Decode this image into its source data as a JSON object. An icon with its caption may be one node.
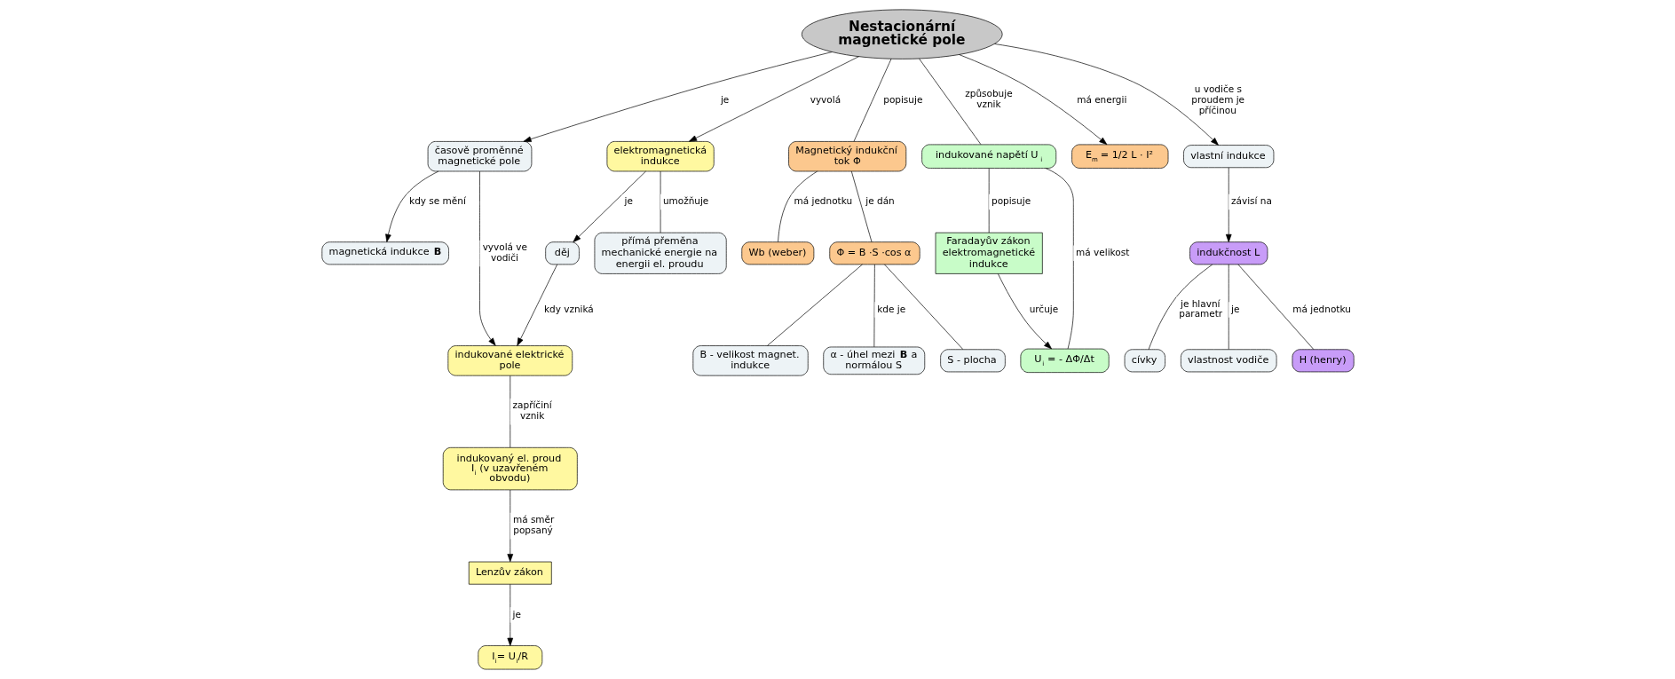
{
  "diagram": {
    "nodes": [
      {
        "text": [
          "Nestacionární magnetické pole"
        ]
      },
      {
        "text": [
          "časově proměnné magnetické pole"
        ]
      },
      {
        "text": [
          "magnetická indukce **B**"
        ]
      },
      {
        "text": [
          "elektromagnetická indukce"
        ]
      },
      {
        "text": [
          "indukované elektrické pole"
        ]
      },
      {
        "text": [
          "děj"
        ]
      },
      {
        "text": [
          "přímá přeměna mechanické energie na energii el. proudu"
        ]
      },
      {
        "text": [
          "indukovaný el. proud I$_{i}$ (v uzavřeném obvodu)"
        ]
      },
      {
        "text": [
          "Lenzův zákon"
        ]
      },
      {
        "text": [
          "I$_{i}$= U$_{i}$/R"
        ]
      },
      {
        "text": [
          "Magnetický indukční tok Φ"
        ]
      },
      {
        "text": [
          "Wb (weber)"
        ]
      },
      {
        "text": [
          "Φ = B ·S ·cos α"
        ]
      },
      {
        "text": [
          "B - velikost magnet. indukce"
        ]
      },
      {
        "text": [
          "α - úhel mezi **B** a normálou S"
        ]
      },
      {
        "text": [
          "S - plocha"
        ]
      },
      {
        "text": [
          "indukované napětí U$_{i}$"
        ]
      },
      {
        "text": [
          "Faradayův zákon elektromagnetické indukce"
        ]
      },
      {
        "text": [
          "U$_{i}$ = - ΔΦ/Δt"
        ]
      },
      {
        "text": [
          "E$_{m}$ = 1/2 L · I²"
        ]
      },
      {
        "text": [
          "vlastní indukce"
        ]
      },
      {
        "text": [
          "indukčnost L"
        ]
      },
      {
        "text": [
          "cívky"
        ]
      },
      {
        "text": [
          "vlastnost vodiče"
        ]
      },
      {
        "text": [
          "H (henry)"
        ]
      }
    ],
    "edges": [
      {
        "from": 0,
        "to": 1,
        "arrow": "to",
        "label": "je"
      },
      {
        "from": 1,
        "to": 2,
        "arrow": "to",
        "label": "kdy se mění"
      },
      {
        "from": 0,
        "to": 3,
        "arrow": "to",
        "label": "vyvolá"
      },
      {
        "from": 1,
        "to": 4,
        "arrow": "to",
        "label": "vyvolá ve vodiči"
      },
      {
        "from": 3,
        "to": 5,
        "arrow": "to",
        "label": "je"
      },
      {
        "from": 5,
        "to": 4,
        "arrow": "to",
        "label": "kdy vzniká"
      },
      {
        "from": 3,
        "to": 6,
        "arrow": "none",
        "label": "umožňuje"
      },
      {
        "from": 4,
        "to": 7,
        "arrow": "none",
        "label": "zapříčiní vznik"
      },
      {
        "from": 7,
        "to": 8,
        "arrow": "to",
        "label": "má směr popsaný"
      },
      {
        "from": 8,
        "to": 9,
        "arrow": "to",
        "label": "je"
      },
      {
        "from": 0,
        "to": 10,
        "arrow": "none",
        "label": "popisuje"
      },
      {
        "from": 10,
        "to": 11,
        "arrow": "none",
        "label": "má jednotku"
      },
      {
        "from": 10,
        "to": 12,
        "arrow": "none",
        "label": "je dán"
      },
      {
        "from": 12,
        "to": 13,
        "arrow": "none"
      },
      {
        "from": 12,
        "to": 14,
        "arrow": "none",
        "label": "kde je"
      },
      {
        "from": 12,
        "to": 15,
        "arrow": "none"
      },
      {
        "from": 0,
        "to": 16,
        "arrow": "none",
        "label": "způsobuje vznik"
      },
      {
        "from": 16,
        "to": 17,
        "arrow": "none",
        "label": "popisuje"
      },
      {
        "from": 16,
        "to": 18,
        "arrow": "none",
        "label": "má velikost"
      },
      {
        "from": 17,
        "to": 18,
        "arrow": "to",
        "label": "určuje"
      },
      {
        "from": 0,
        "to": 19,
        "arrow": "to",
        "label": "má energii"
      },
      {
        "from": 0,
        "to": 20,
        "arrow": "to",
        "label": "u vodiče s proudem je příčinou"
      },
      {
        "from": 20,
        "to": 21,
        "arrow": "to",
        "label": "závisí na"
      },
      {
        "from": 21,
        "to": 22,
        "arrow": "none",
        "label": "je hlavní parametr"
      },
      {
        "from": 21,
        "to": 23,
        "arrow": "none",
        "label": "je"
      },
      {
        "from": 21,
        "to": 24,
        "arrow": "none",
        "label": "má jednotku"
      }
    ]
  }
}
